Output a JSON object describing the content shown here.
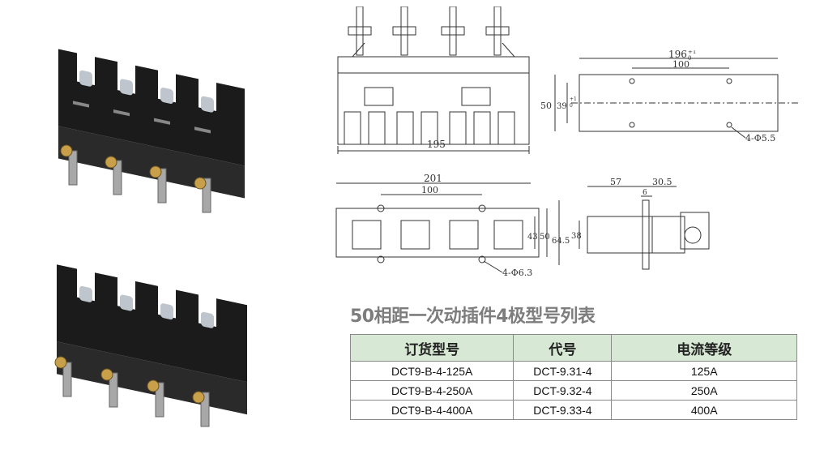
{
  "drawings": {
    "front_view": {
      "width_dim": "195"
    },
    "mount_plan": {
      "length_dim": "196",
      "length_tol_upper": "+1",
      "length_tol_lower": "0",
      "hole_spacing": "100",
      "height_outer": "50",
      "height_inner": "39",
      "height_inner_tol_upper": "+1",
      "height_inner_tol_lower": "0",
      "hole_note": "4-Φ5.5"
    },
    "top_view": {
      "overall_length": "201",
      "hole_spacing": "100",
      "h1": "43",
      "h2": "50",
      "h3": "64.5",
      "hole_note": "4-Φ6.3"
    },
    "side_view": {
      "d1": "57",
      "d2": "30.5",
      "d3": "6",
      "height": "38"
    }
  },
  "table": {
    "title": "50相距一次动插件4极型号列表",
    "headers": [
      "订货型号",
      "代号",
      "电流等级"
    ],
    "rows": [
      [
        "DCT9-B-4-125A",
        "DCT-9.31-4",
        "125A"
      ],
      [
        "DCT9-B-4-250A",
        "DCT-9.32-4",
        "250A"
      ],
      [
        "DCT9-B-4-400A",
        "DCT-9.33-4",
        "400A"
      ]
    ]
  },
  "colors": {
    "header_bg": "#d7e9d4",
    "title": "#7d7d7d",
    "product_body": "#1b1b1b"
  }
}
